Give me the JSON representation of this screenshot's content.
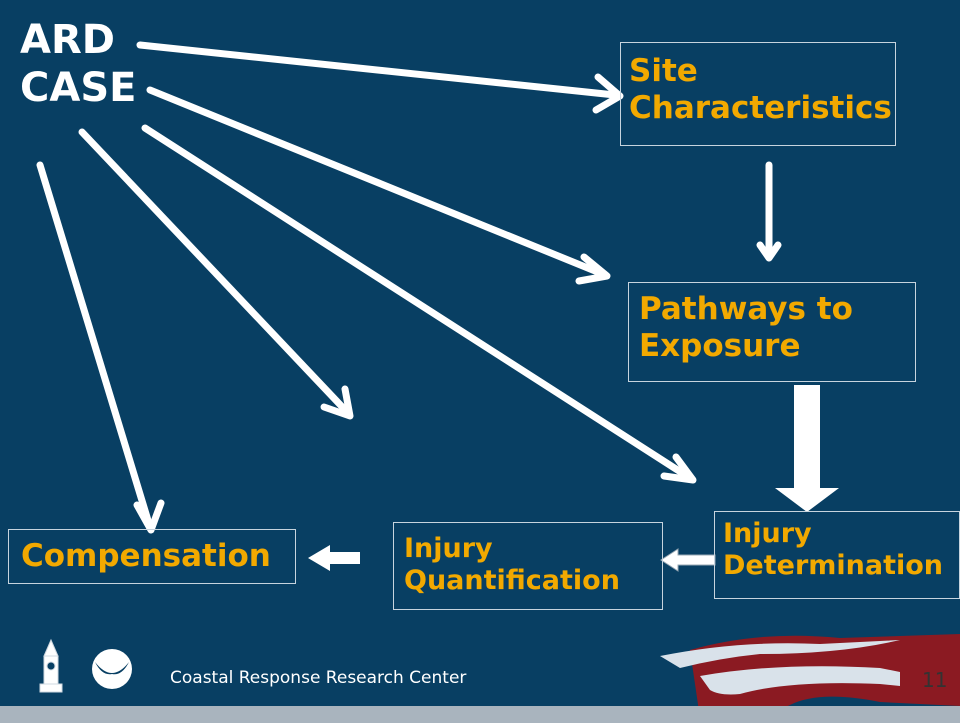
{
  "title": "ARD\nCASE",
  "nodes": {
    "site": "Site\nCharacteristics",
    "pathways": "Pathways to\nExposure",
    "determination": "Injury\nDetermination",
    "quantification": "Injury\nQuantification",
    "compensation": "Compensation"
  },
  "footer": {
    "center_name": "Coastal Response Research Center",
    "page_number": "11"
  },
  "colors": {
    "background": "#083f63",
    "label": "#f2a900",
    "arrow": "#ffffff",
    "accent_red": "#8b1a22"
  },
  "icons": [
    "clock-tower-icon",
    "noaa-logo-icon"
  ]
}
